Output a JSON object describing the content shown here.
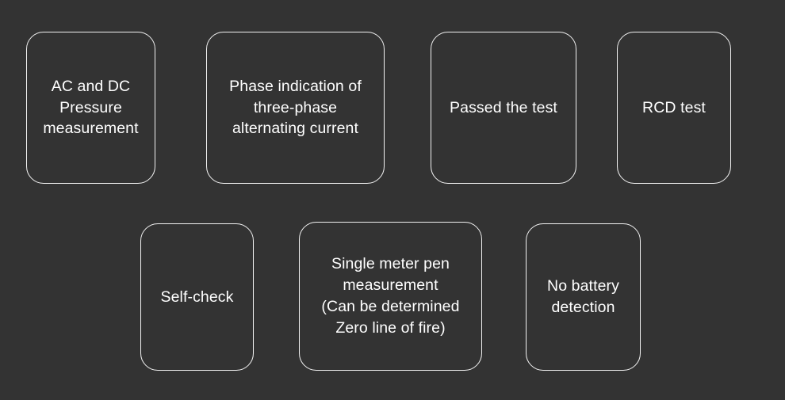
{
  "page": {
    "background_color": "#333333",
    "card_border_color": "#f2f2f2",
    "text_color": "#ffffff"
  },
  "feature_cards": [
    {
      "id": "ac-dc-pressure-measurement",
      "label": "AC and DC\nPressure\nmeasurement"
    },
    {
      "id": "three-phase-indication",
      "label": "Phase indication of\nthree-phase\nalternating current"
    },
    {
      "id": "passed-the-test",
      "label": "Passed the test"
    },
    {
      "id": "rcd-test",
      "label": "RCD test"
    },
    {
      "id": "self-check",
      "label": "Self-check"
    },
    {
      "id": "single-meter-pen-measurement",
      "label": "Single meter pen\nmeasurement\n(Can be determined\nZero line of fire)"
    },
    {
      "id": "no-battery-detection",
      "label": "No battery\ndetection"
    }
  ]
}
